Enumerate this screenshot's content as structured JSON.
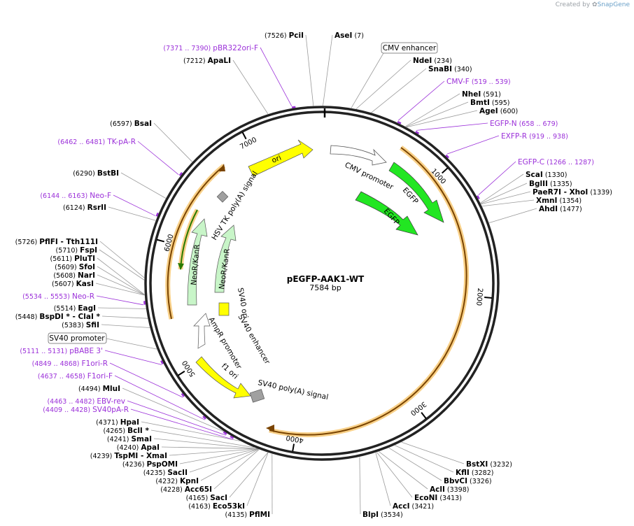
{
  "credit": {
    "prefix": "Created by",
    "brand": "SnapGene"
  },
  "plasmid": {
    "name": "pEGFP-AAK1-WT",
    "length": 7584,
    "length_label": "7584 bp"
  },
  "ticks": [
    "1000",
    "2000",
    "3000",
    "4000",
    "5000",
    "6000",
    "7000"
  ],
  "colors": {
    "enzyme": "#000000",
    "primer": "#9b30d9",
    "gfp": "#22e622",
    "ori": "#ffff00",
    "neo": "#c8f5c8",
    "promoter": "#ffffff",
    "polya": "#a0a0a0",
    "orange_halo": "#f5c060"
  },
  "enzymes": [
    {
      "name": "AseI",
      "pos": "(7)",
      "bp": 7
    },
    {
      "name": "NdeI",
      "pos": "(234)",
      "bp": 234
    },
    {
      "name": "SnaBI",
      "pos": "(340)",
      "bp": 340
    },
    {
      "name": "NheI",
      "pos": "(591)",
      "bp": 591
    },
    {
      "name": "BmtI",
      "pos": "(595)",
      "bp": 595
    },
    {
      "name": "AgeI",
      "pos": "(600)",
      "bp": 600
    },
    {
      "name": "ScaI",
      "pos": "(1330)",
      "bp": 1330
    },
    {
      "name": "BglII",
      "pos": "(1335)",
      "bp": 1335
    },
    {
      "name": "PaeR7I - XhoI",
      "pos": "(1339)",
      "bp": 1339
    },
    {
      "name": "XmnI",
      "pos": "(1354)",
      "bp": 1354
    },
    {
      "name": "AhdI",
      "pos": "(1477)",
      "bp": 1477
    },
    {
      "name": "BstXI",
      "pos": "(3232)",
      "bp": 3232
    },
    {
      "name": "KflI",
      "pos": "(3282)",
      "bp": 3282
    },
    {
      "name": "BbvCI",
      "pos": "(3326)",
      "bp": 3326
    },
    {
      "name": "AclI",
      "pos": "(3398)",
      "bp": 3398
    },
    {
      "name": "EcoNI",
      "pos": "(3413)",
      "bp": 3413
    },
    {
      "name": "AccI",
      "pos": "(3421)",
      "bp": 3421
    },
    {
      "name": "BlpI",
      "pos": "(3534)",
      "bp": 3534
    },
    {
      "name": "PflMI",
      "pos": "(4135)",
      "bp": 4135
    },
    {
      "name": "Eco53kI",
      "pos": "(4163)",
      "bp": 4163
    },
    {
      "name": "SacI",
      "pos": "(4165)",
      "bp": 4165
    },
    {
      "name": "Acc65I",
      "pos": "(4228)",
      "bp": 4228
    },
    {
      "name": "KpnI",
      "pos": "(4232)",
      "bp": 4232
    },
    {
      "name": "SacII",
      "pos": "(4235)",
      "bp": 4235
    },
    {
      "name": "PspOMI",
      "pos": "(4236)",
      "bp": 4236
    },
    {
      "name": "TspMI - XmaI",
      "pos": "(4239)",
      "bp": 4239
    },
    {
      "name": "ApaI",
      "pos": "(4240)",
      "bp": 4240
    },
    {
      "name": "SmaI",
      "pos": "(4241)",
      "bp": 4241
    },
    {
      "name": "BclI *",
      "pos": "(4265)",
      "bp": 4265
    },
    {
      "name": "HpaI",
      "pos": "(4371)",
      "bp": 4371
    },
    {
      "name": "MluI",
      "pos": "(4494)",
      "bp": 4494
    },
    {
      "name": "SfiI",
      "pos": "(5383)",
      "bp": 5383
    },
    {
      "name": "BspDI * - ClaI *",
      "pos": "(5448)",
      "bp": 5448
    },
    {
      "name": "EagI",
      "pos": "(5514)",
      "bp": 5514
    },
    {
      "name": "KasI",
      "pos": "(5607)",
      "bp": 5607
    },
    {
      "name": "NarI",
      "pos": "(5608)",
      "bp": 5608
    },
    {
      "name": "SfoI",
      "pos": "(5609)",
      "bp": 5609
    },
    {
      "name": "PluTI",
      "pos": "(5611)",
      "bp": 5611
    },
    {
      "name": "FspI",
      "pos": "(5710)",
      "bp": 5710
    },
    {
      "name": "PflFI - Tth111I",
      "pos": "(5726)",
      "bp": 5726
    },
    {
      "name": "RsrII",
      "pos": "(6124)",
      "bp": 6124
    },
    {
      "name": "BstBI",
      "pos": "(6290)",
      "bp": 6290
    },
    {
      "name": "BsaI",
      "pos": "(6597)",
      "bp": 6597
    },
    {
      "name": "ApaLI",
      "pos": "(7212)",
      "bp": 7212
    },
    {
      "name": "PciI",
      "pos": "(7526)",
      "bp": 7526
    }
  ],
  "primers": [
    {
      "name": "CMV-F",
      "range": "(519 .. 539)",
      "bp": 529
    },
    {
      "name": "EGFP-N",
      "range": "(658 .. 679)",
      "bp": 668
    },
    {
      "name": "EXFP-R",
      "range": "(919 .. 938)",
      "bp": 928
    },
    {
      "name": "EGFP-C",
      "range": "(1266 .. 1287)",
      "bp": 1276
    },
    {
      "name": "EBV-rev",
      "range": "(4463 .. 4482)",
      "bp": 4472
    },
    {
      "name": "SV40pA-R",
      "range": "(4409 .. 4428)",
      "bp": 4418
    },
    {
      "name": "F1ori-F",
      "range": "(4637 .. 4658)",
      "bp": 4647
    },
    {
      "name": "F1ori-R",
      "range": "(4849 .. 4868)",
      "bp": 4858
    },
    {
      "name": "pBABE 3'",
      "range": "(5111 .. 5131)",
      "bp": 5121
    },
    {
      "name": "Neo-R",
      "range": "(5534 .. 5553)",
      "bp": 5543
    },
    {
      "name": "Neo-F",
      "range": "(6144 .. 6163)",
      "bp": 6153
    },
    {
      "name": "TK-pA-R",
      "range": "(6462 .. 6481)",
      "bp": 6471
    },
    {
      "name": "pBR322ori-F",
      "range": "(7371 .. 7390)",
      "bp": 7380
    }
  ],
  "boxed_features": [
    {
      "name": "CMV enhancer",
      "bp": 200
    },
    {
      "name": "SV40 promoter",
      "bp": 5230
    }
  ],
  "features": {
    "cmv_promoter": "CMV promoter",
    "egfp1": "EGFP",
    "egfp2": "EGFP",
    "ori": "ori",
    "hsv": "HSV TK poly(A) signal",
    "neo1": "NeoR/KanR",
    "neo2": "NeoR/KanR",
    "sv40ori": "SV40 ori",
    "sv40enh": "SV40 enhancer",
    "ampr": "AmpR promoter",
    "f1ori": "f1 ori",
    "sv40pa": "SV40 poly(A) signal"
  }
}
